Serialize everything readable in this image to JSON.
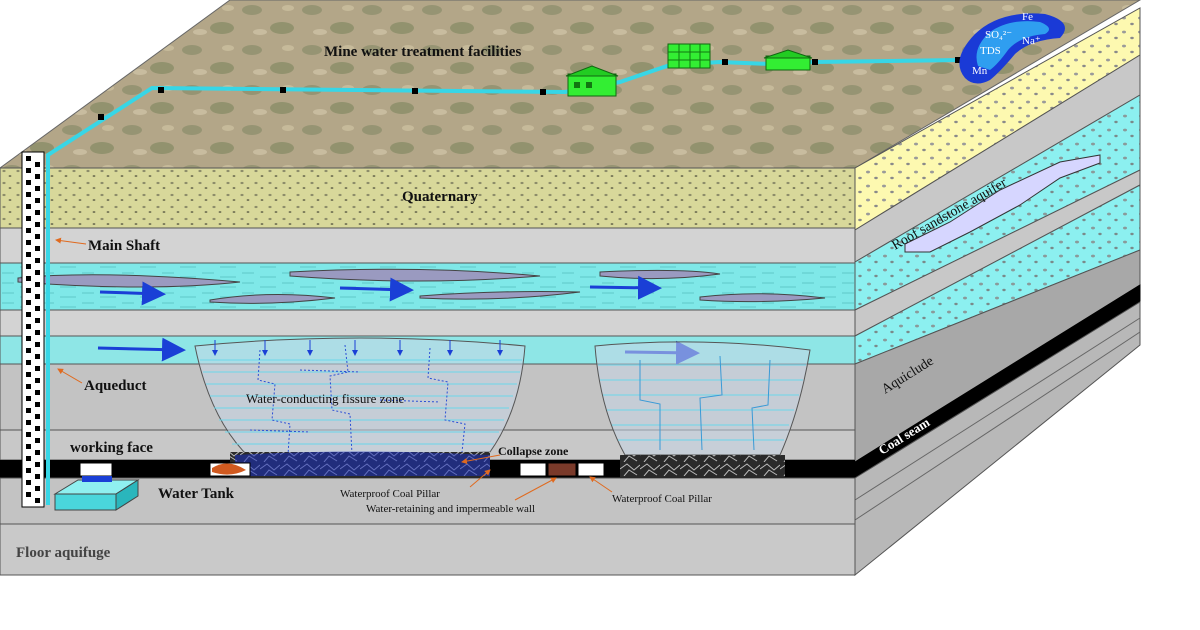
{
  "labels": {
    "facilities": "Mine water treatment facilities",
    "quaternary": "Quaternary",
    "main_shaft": "Main Shaft",
    "aqueduct": "Aqueduct",
    "fissure_zone": "Water-conducting fissure zone",
    "working_face": "working face",
    "collapse_zone": "Collapse zone",
    "water_tank": "Water Tank",
    "pillar_left": "Waterproof Coal Pillar",
    "pillar_right": "Waterproof Coal Pillar",
    "wall": "Water-retaining and impermeable wall",
    "floor": "Floor aquifuge",
    "roof_aquifer": "Roof sandstone aquifer",
    "aquiclude": "Aquiclude",
    "coal_seam": "Coal seam"
  },
  "plume": {
    "so4": "SO₄²⁻",
    "fe": "Fe",
    "na": "Na⁺",
    "tds": "TDS",
    "mn": "Mn"
  },
  "colors": {
    "aquifer": "#7fe8e8",
    "quaternary": "#c9c98c",
    "rock": "#c8c8c8",
    "coal": "#000000",
    "pipe": "#37d6e6",
    "building": "#33ee33",
    "flow_arrow": "#1a3fd6",
    "pointer": "#e06a1f",
    "surface": "#a89a7a"
  },
  "icons": [
    "arrow-icon",
    "building-icon",
    "pipe-icon"
  ]
}
